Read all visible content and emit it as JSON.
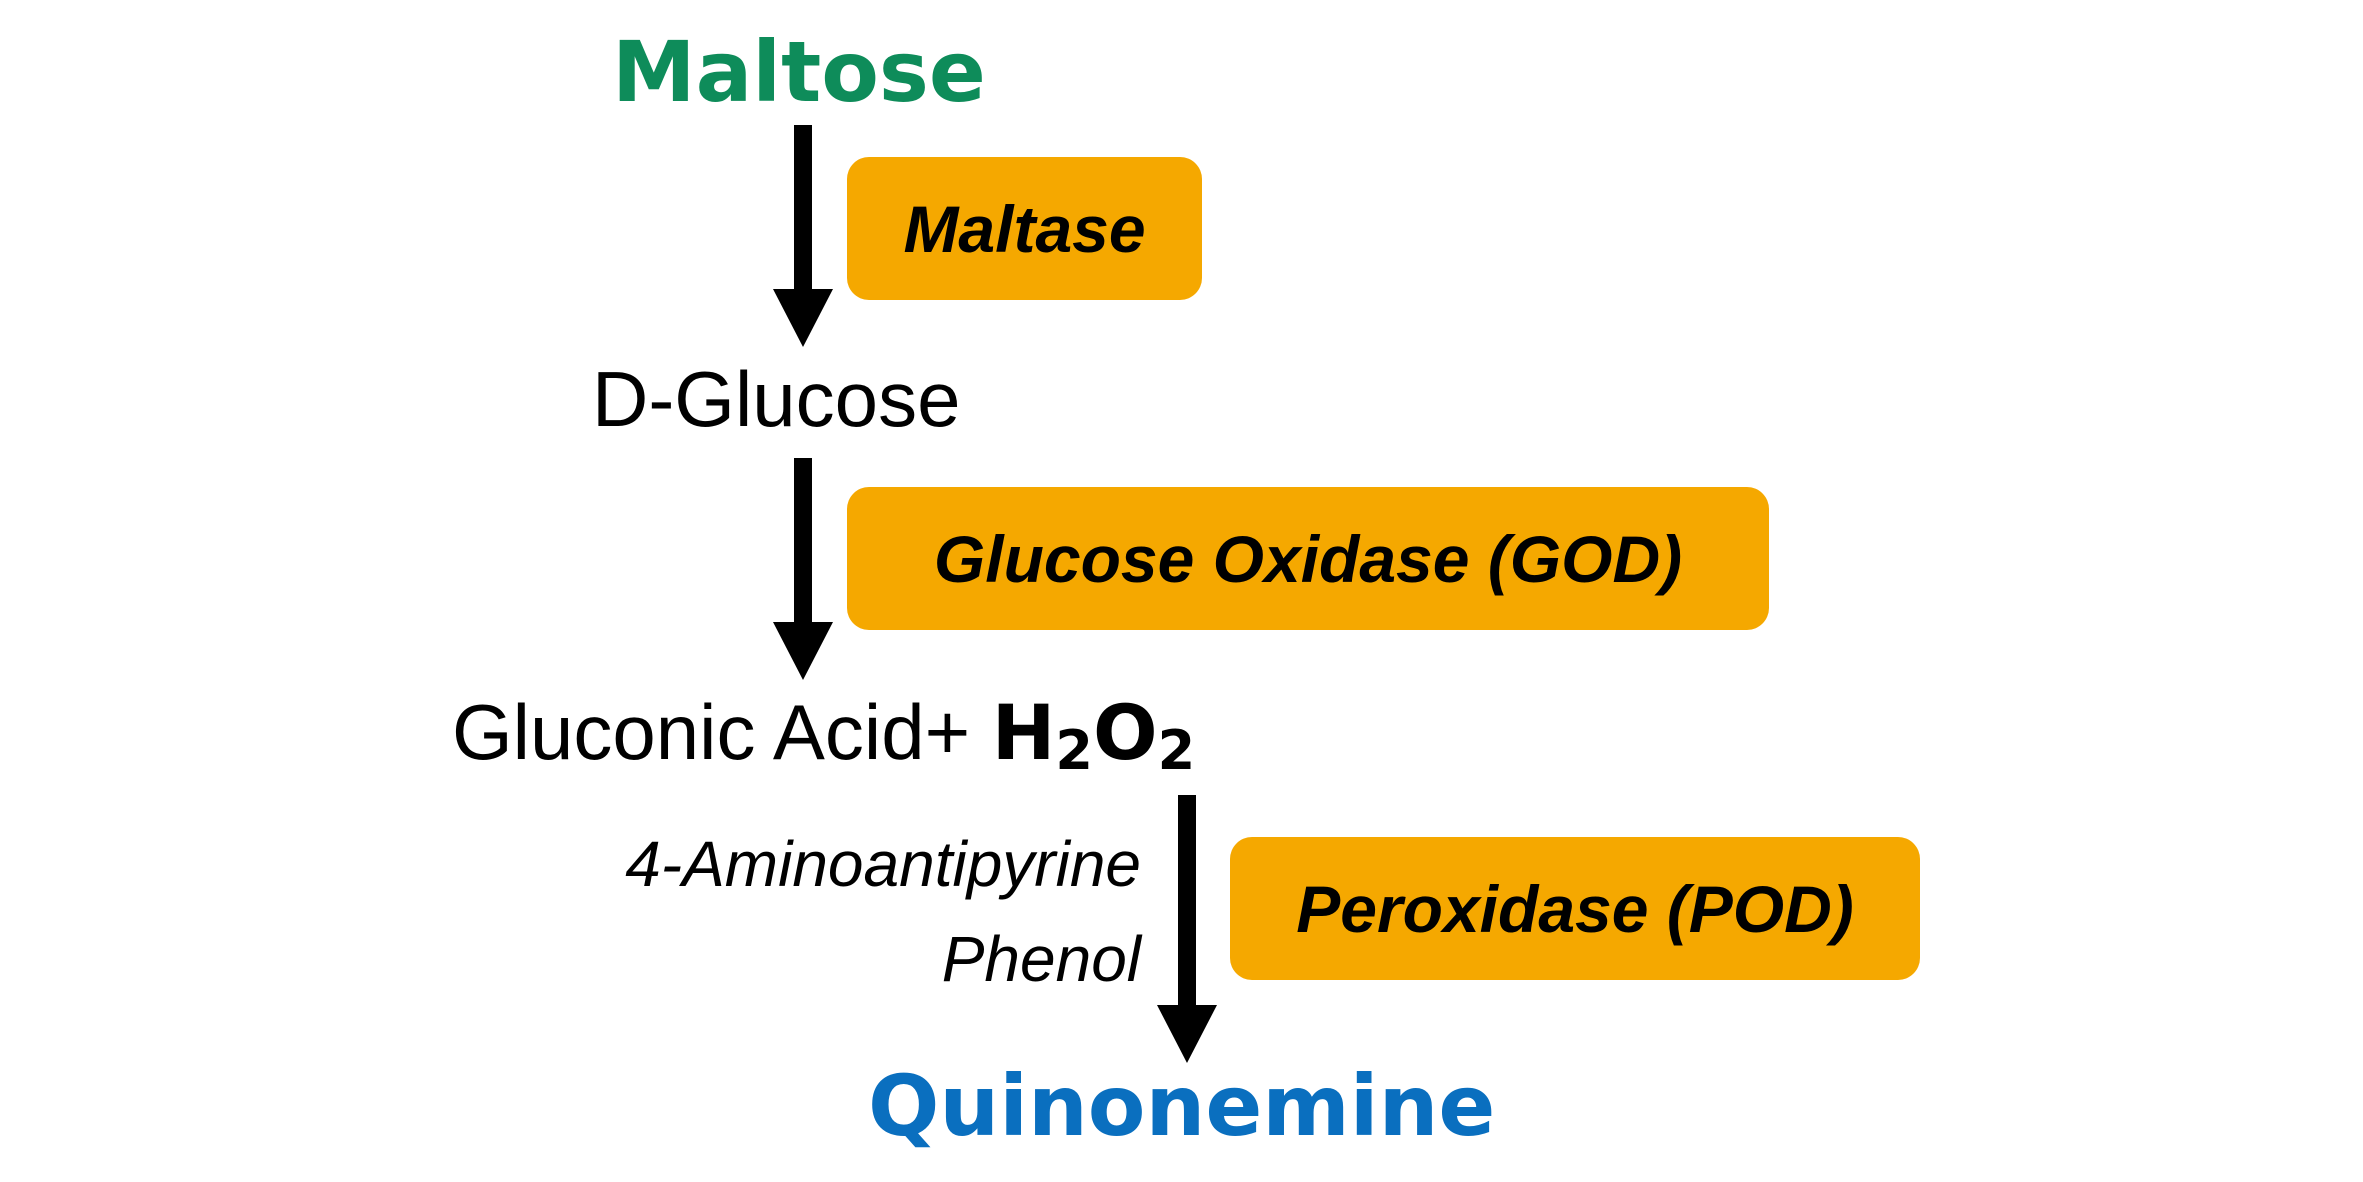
{
  "substrate": {
    "label": "Maltose",
    "color": "#0e8c5a"
  },
  "enzymes": [
    {
      "label": "Maltase"
    },
    {
      "label": "Glucose Oxidase (GOD)"
    },
    {
      "label": "Peroxidase (POD)"
    }
  ],
  "intermediate_1": {
    "label": "D-Glucose"
  },
  "intermediate_2": {
    "label": "Gluconic Acid+ ",
    "h2o2_h": "H",
    "h2o2_sub1": "2",
    "h2o2_o": "O",
    "h2o2_sub2": "2"
  },
  "reagents": [
    "4-Aminoantipyrine",
    "Phenol"
  ],
  "product": {
    "label": "Quinonemine",
    "color": "#0a6fbf"
  },
  "box_color": "#f5a800"
}
